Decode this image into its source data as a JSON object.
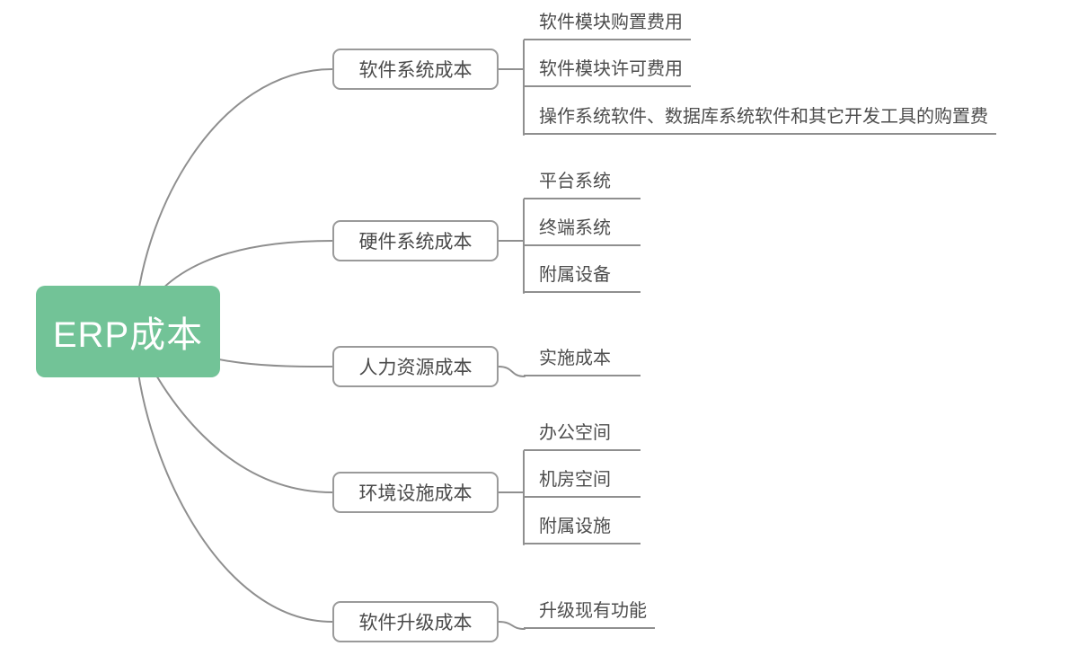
{
  "colors": {
    "accent": "#72C397",
    "line": "#8f8f8f",
    "bg": "#ffffff"
  },
  "root": {
    "label": "ERP成本"
  },
  "branches": [
    {
      "label": "软件系统成本",
      "children": [
        "软件模块购置费用",
        "软件模块许可费用",
        "操作系统软件、数据库系统软件和其它开发工具的购置费"
      ]
    },
    {
      "label": "硬件系统成本",
      "children": [
        "平台系统",
        "终端系统",
        "附属设备"
      ]
    },
    {
      "label": "人力资源成本",
      "children": [
        "实施成本"
      ]
    },
    {
      "label": "环境设施成本",
      "children": [
        "办公空间",
        "机房空间",
        "附属设施"
      ]
    },
    {
      "label": "软件升级成本",
      "children": [
        "升级现有功能"
      ]
    }
  ]
}
